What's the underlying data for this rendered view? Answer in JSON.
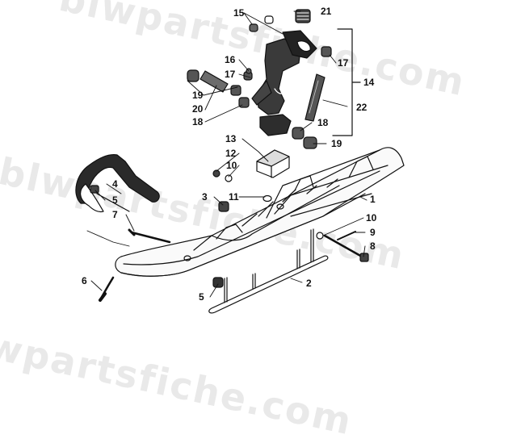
{
  "watermark": "blwpartsfiche.com",
  "callouts": {
    "c1": "1",
    "c2": "2",
    "c3": "3",
    "c4": "4",
    "c5a": "5",
    "c5b": "5",
    "c6": "6",
    "c7": "7",
    "c8": "8",
    "c9": "9",
    "c10a": "10",
    "c10b": "10",
    "c11": "11",
    "c12": "12",
    "c13": "13",
    "c14": "14",
    "c15": "15",
    "c16": "16",
    "c17a": "17",
    "c17b": "17",
    "c18a": "18",
    "c18b": "18",
    "c19a": "19",
    "c19b": "19",
    "c20": "20",
    "c21": "21",
    "c22": "22"
  }
}
